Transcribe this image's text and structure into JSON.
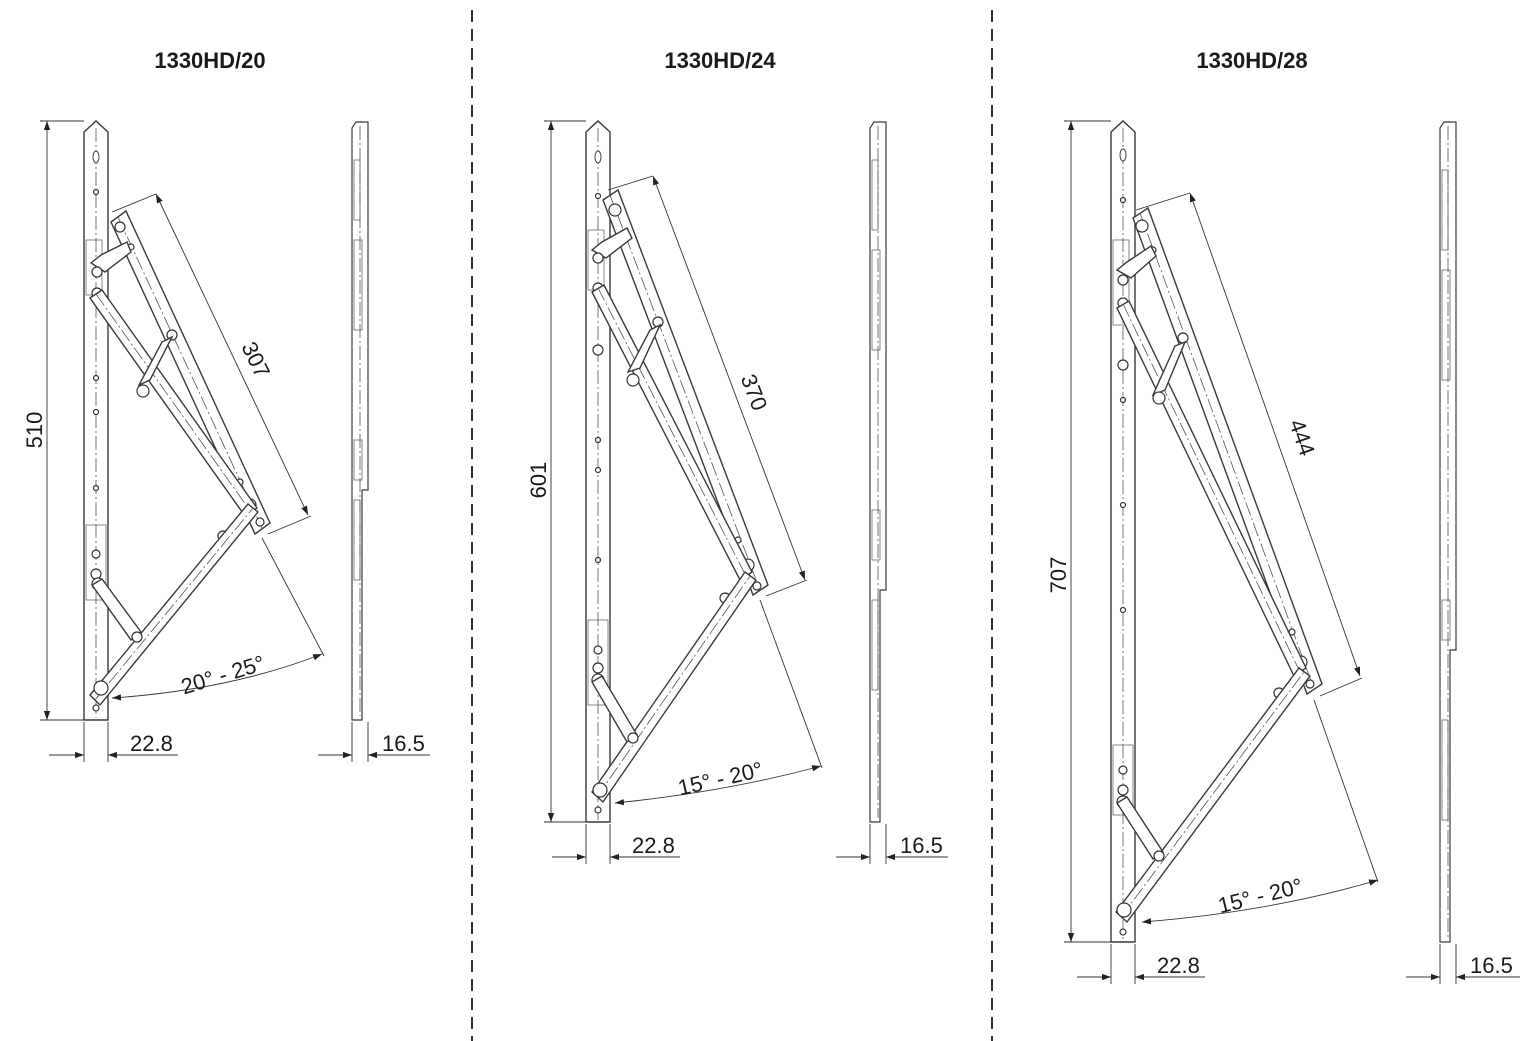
{
  "diagram": {
    "separators": 2,
    "panels": [
      {
        "title": "1330HD/20",
        "length": "510",
        "arm": "307",
        "angle": "20° - 25°",
        "width": "22.8",
        "thickness": "16.5"
      },
      {
        "title": "1330HD/24",
        "length": "601",
        "arm": "370",
        "angle": "15° - 20°",
        "width": "22.8",
        "thickness": "16.5"
      },
      {
        "title": "1330HD/28",
        "length": "707",
        "arm": "444",
        "angle": "15° - 20°",
        "width": "22.8",
        "thickness": "16.5"
      }
    ]
  },
  "colors": {
    "line": "#3a3a3a",
    "text": "#1a1a1a",
    "background": "#ffffff"
  }
}
